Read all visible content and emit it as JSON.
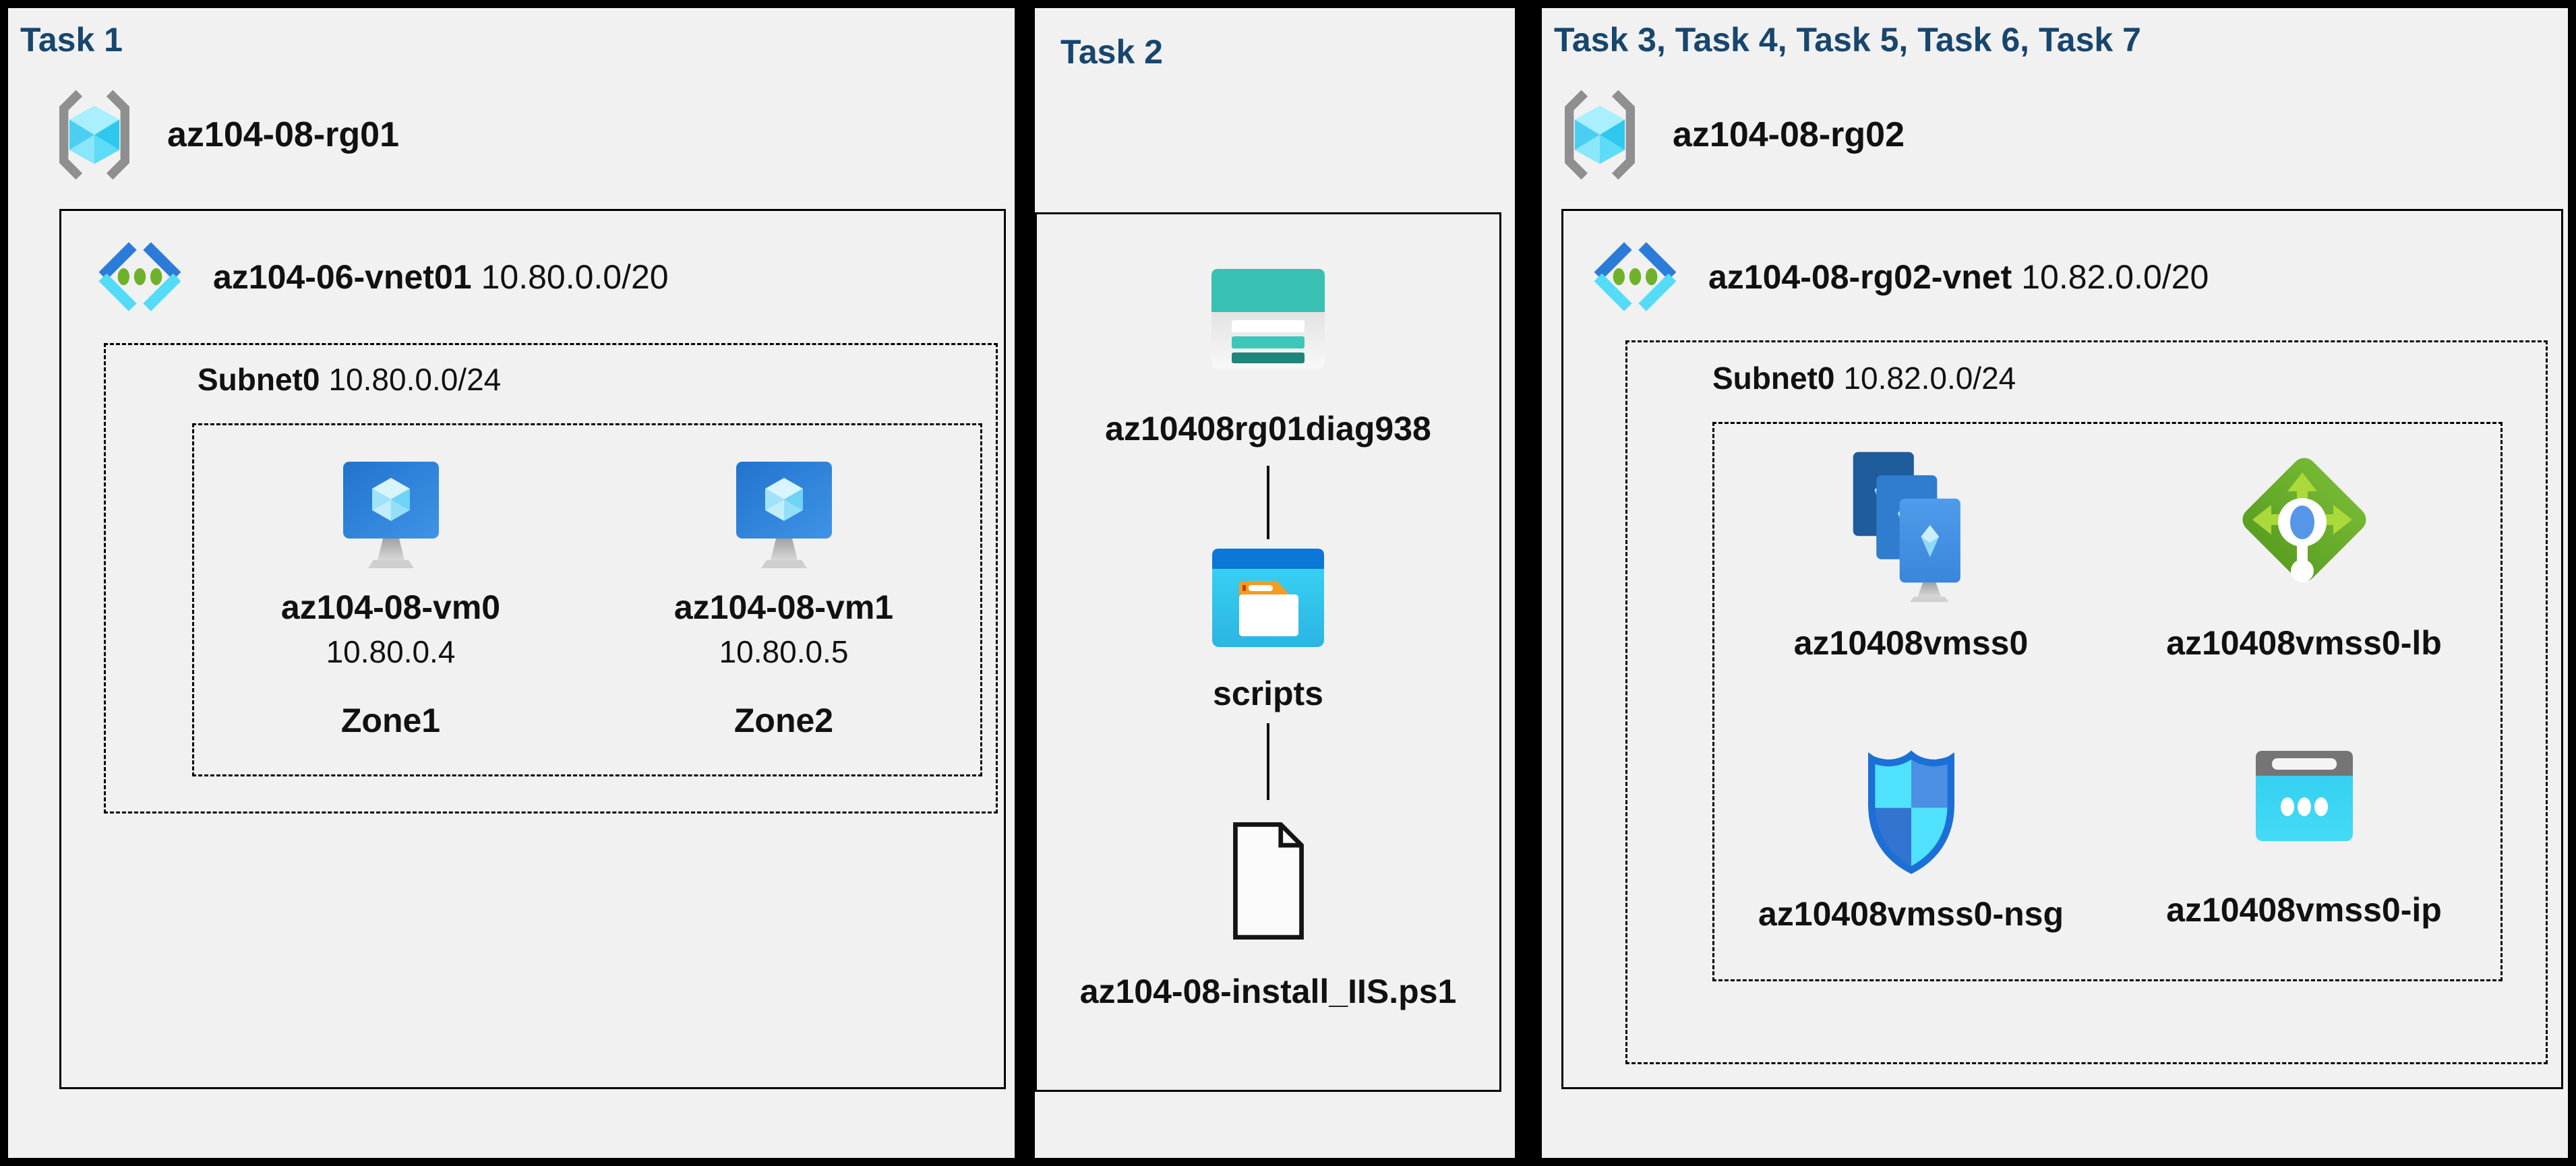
{
  "colors": {
    "title_navy": "#17466E",
    "panel_bg": "#F1F1F1",
    "frame_black": "#000000",
    "teal_storage": "#38C1B2",
    "green_lb": "#6FB42D",
    "cyan_ip": "#2FCBEF"
  },
  "panels": [
    {
      "title": "Task 1",
      "resource_group": "az104-08-rg01",
      "vnet_name": "az104-06-vnet01",
      "vnet_cidr": "10.80.0.0/20",
      "subnet_name": "Subnet0",
      "subnet_cidr": "10.80.0.0/24",
      "vms": [
        {
          "name": "az104-08-vm0",
          "ip": "10.80.0.4",
          "zone": "Zone1"
        },
        {
          "name": "az104-08-vm1",
          "ip": "10.80.0.5",
          "zone": "Zone2"
        }
      ]
    },
    {
      "title": "Task 2",
      "storage_account": "az10408rg01diag938",
      "container": "scripts",
      "file": "az104-08-install_IIS.ps1"
    },
    {
      "title": "Task 3, Task 4, Task 5, Task 6, Task 7",
      "resource_group": "az104-08-rg02",
      "vnet_name": "az104-08-rg02-vnet",
      "vnet_cidr": "10.82.0.0/20",
      "subnet_name": "Subnet0",
      "subnet_cidr": "10.82.0.0/24",
      "resources": [
        {
          "label": "az10408vmss0"
        },
        {
          "label": "az10408vmss0-lb"
        },
        {
          "label": "az10408vmss0-nsg"
        },
        {
          "label": "az10408vmss0-ip"
        }
      ]
    }
  ]
}
